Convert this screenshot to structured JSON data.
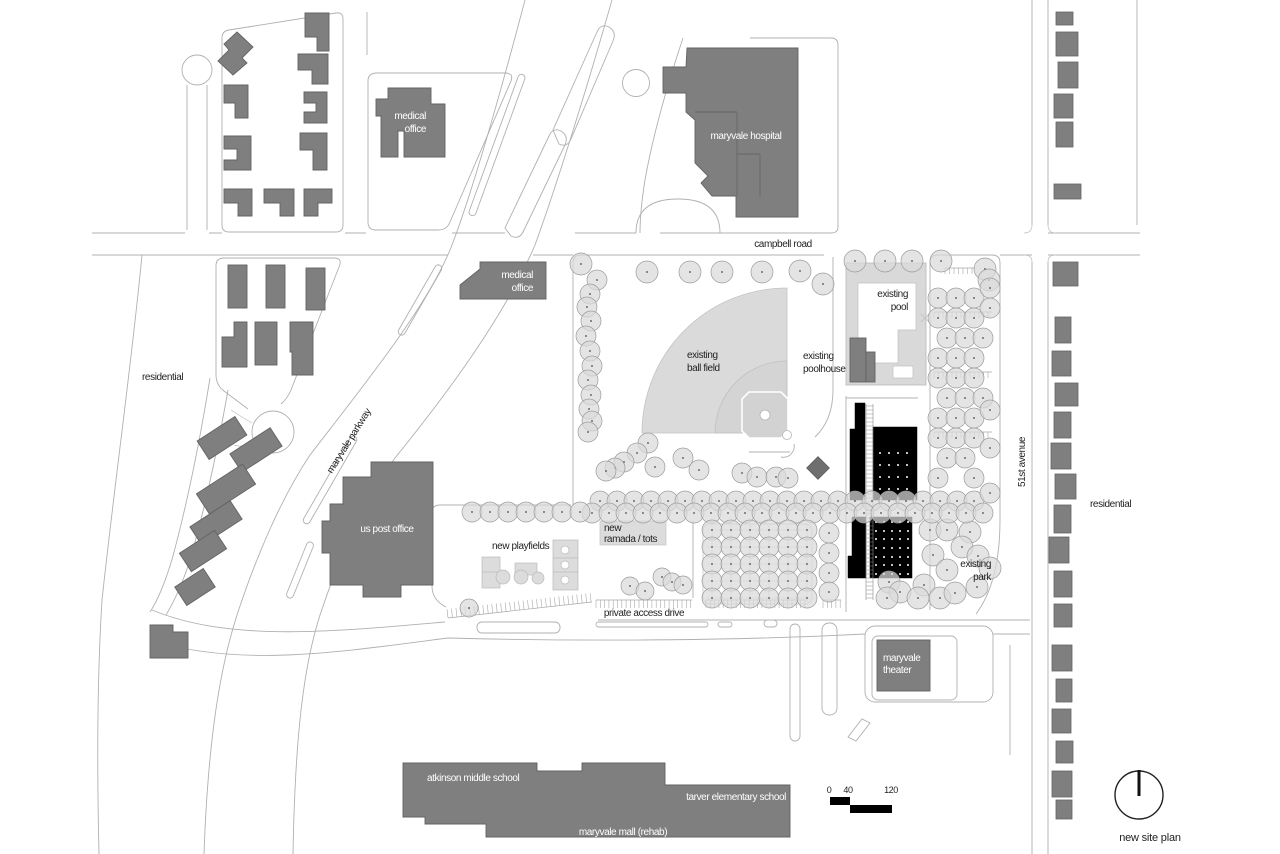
{
  "title": "new site plan",
  "colors": {
    "background": "#ffffff",
    "existing_building": "#7f7f7f",
    "building_outline": "#636363",
    "new_building": "#000000",
    "site_area": "#dcdcdc",
    "tree_fill": "#d9d9d9",
    "road_line": "#b0b0b0",
    "label_dark": "#1f1f1f",
    "label_light": "#ffffff"
  },
  "labels": {
    "streets": {
      "campbell_road": "campbell road",
      "maryvale_parkway": "maryvale parkway",
      "fifty_first_avenue": "51st avenue",
      "private_access_drive": "private access drive"
    },
    "areas": {
      "residential_west": "residential",
      "residential_east": "residential",
      "existing_pool": {
        "line1": "existing",
        "line2": "pool"
      },
      "existing_ball_field": {
        "line1": "existing",
        "line2": "ball field"
      },
      "existing_poolhouse": {
        "line1": "existing",
        "line2": "poolhouse"
      },
      "existing_park": {
        "line1": "existing",
        "line2": "park"
      },
      "new_playfields": "new playfields",
      "new_ramada": {
        "line1": "new",
        "line2": "ramada / tots"
      }
    },
    "buildings": {
      "medical_office_north": {
        "line1": "medical",
        "line2": "office"
      },
      "medical_office_mid": {
        "line1": "medical",
        "line2": "office"
      },
      "maryvale_hospital": "maryvale hospital",
      "us_post_office": "us post office",
      "maryvale_theater": {
        "line1": "maryvale",
        "line2": "theater"
      },
      "atkinson_middle_school": "atkinson middle school",
      "tarver_elementary_school": "tarver elementary school",
      "maryvale_mall": "maryvale mall (rehab)"
    }
  },
  "scale_bar": {
    "ticks": [
      "0",
      "40",
      "120"
    ]
  },
  "north_arrow": {
    "caption": "new site plan"
  }
}
